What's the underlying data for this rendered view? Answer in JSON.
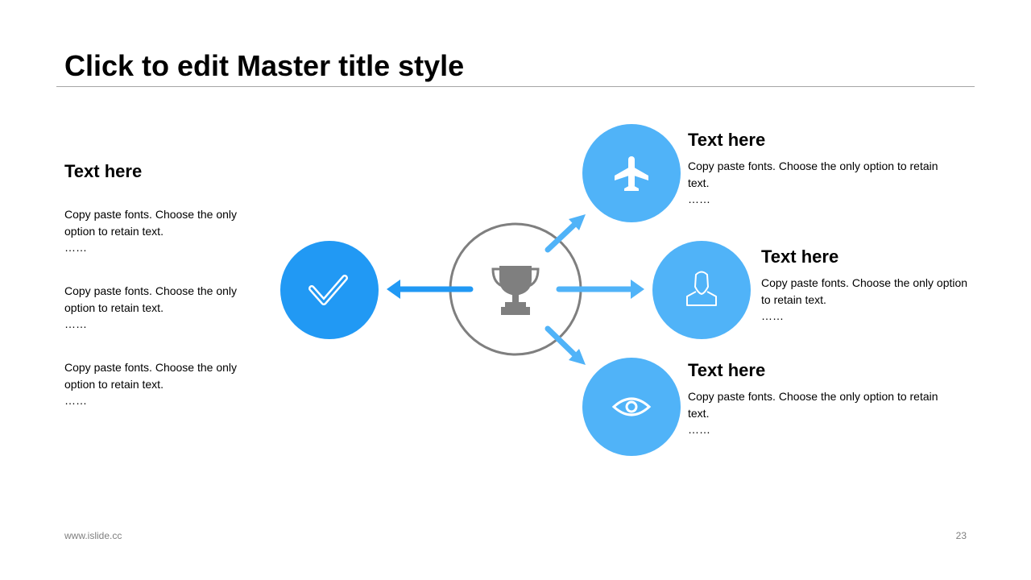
{
  "slide": {
    "title": "Click to edit Master title style",
    "footer_url": "www.islide.cc",
    "page_number": "23"
  },
  "left_panel": {
    "heading": "Text here",
    "items": [
      {
        "text": "Copy paste fonts. Choose the only option to retain text.",
        "ellipsis": "……"
      },
      {
        "text": "Copy paste fonts. Choose the only option to retain text.",
        "ellipsis": "……"
      },
      {
        "text": "Copy paste fonts. Choose the only option to retain text.",
        "ellipsis": "……"
      }
    ]
  },
  "right_items": [
    {
      "heading": "Text here",
      "text": "Copy paste fonts. Choose the only option to retain text.",
      "ellipsis": "……",
      "icon": "airplane-icon"
    },
    {
      "heading": "Text here",
      "text": "Copy paste fonts. Choose the only option to retain text.",
      "ellipsis": "……",
      "icon": "user-icon"
    },
    {
      "heading": "Text here",
      "text": "Copy paste fonts. Choose the only option to retain text.",
      "ellipsis": "……",
      "icon": "eye-icon"
    }
  ],
  "diagram": {
    "center_icon": "trophy-icon",
    "left_icon": "checkmark-icon",
    "colors": {
      "primary_blue": "#2199f4",
      "light_blue": "#50b3f8",
      "gray": "#7f7f7f"
    }
  }
}
